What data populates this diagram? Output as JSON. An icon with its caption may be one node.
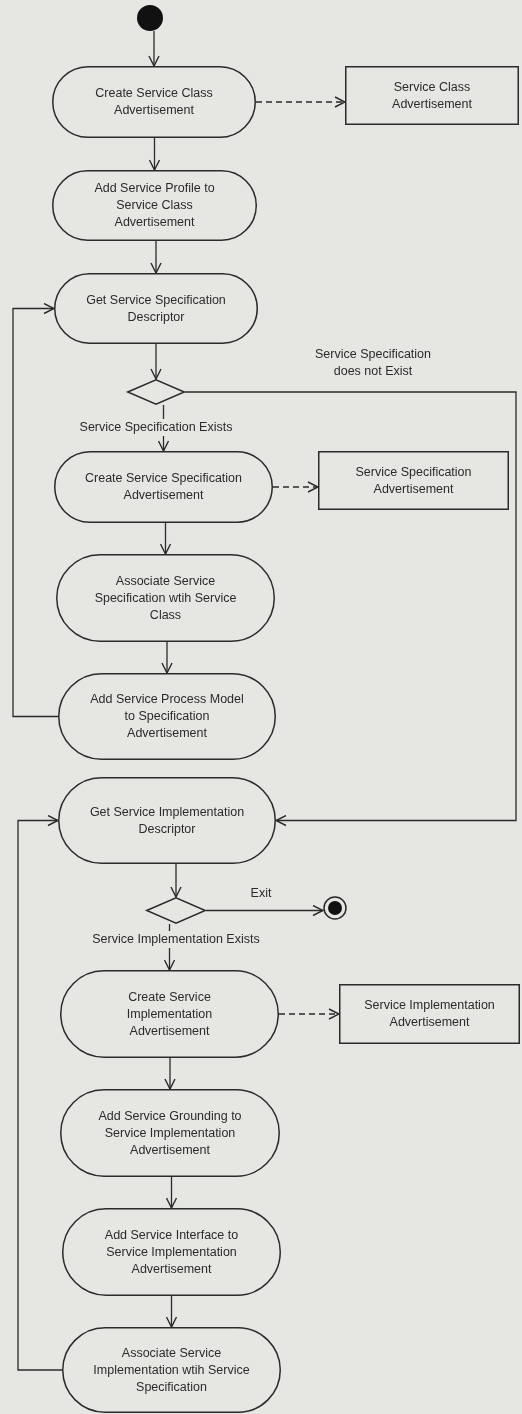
{
  "diagram": {
    "nodes": [
      {
        "text": [],
        "shape": "circle"
      },
      {
        "text": [
          "Create Service Class Advertisement"
        ]
      },
      {
        "text": [
          "Service Class Advertisement"
        ]
      },
      {
        "text": [
          "Add Service Profile to Service Class Advertisement"
        ]
      },
      {
        "text": [
          "Get Service Specification Descriptor"
        ]
      },
      {
        "text": [],
        "shape": "diamond"
      },
      {
        "text": [
          "Create Service Specification Advertisement"
        ]
      },
      {
        "text": [
          "Service Specification Advertisement"
        ]
      },
      {
        "text": [
          "Associate Service Specification wtih Service Class"
        ]
      },
      {
        "text": [
          "Add Service Process Model to Specification Advertisement"
        ]
      },
      {
        "text": [
          "Get Service Implementation Descriptor"
        ]
      },
      {
        "text": [],
        "shape": "diamond"
      },
      {
        "text": [],
        "shape": "circle"
      },
      {
        "text": [
          "Create Service Implementation Advertisement"
        ]
      },
      {
        "text": [
          "Service Implementation Advertisement"
        ]
      },
      {
        "text": [
          "Add Service Grounding to Service Implementation Advertisement"
        ]
      },
      {
        "text": [
          "Add Service Interface to Service Implementation Advertisement"
        ]
      },
      {
        "text": [
          "Associate Service Implementation wtih Service Specification"
        ]
      }
    ],
    "edges": [
      {
        "from": 0,
        "to": 1,
        "arrow": "to"
      },
      {
        "from": 1,
        "to": 2,
        "arrow": "to",
        "style": "dashed"
      },
      {
        "from": 1,
        "to": 3,
        "arrow": "to"
      },
      {
        "from": 3,
        "to": 4,
        "arrow": "to"
      },
      {
        "from": 4,
        "to": 5,
        "arrow": "to"
      },
      {
        "from": 5,
        "to": 6,
        "arrow": "to",
        "label": "Service Specification Exists"
      },
      {
        "from": 5,
        "to": 10,
        "arrow": "to",
        "label": "Service Specification does not Exist"
      },
      {
        "from": 6,
        "to": 7,
        "arrow": "to",
        "style": "dashed"
      },
      {
        "from": 6,
        "to": 8,
        "arrow": "to"
      },
      {
        "from": 8,
        "to": 9,
        "arrow": "to"
      },
      {
        "from": 9,
        "to": 4,
        "arrow": "to"
      },
      {
        "from": 10,
        "to": 11,
        "arrow": "to"
      },
      {
        "from": 11,
        "to": 12,
        "arrow": "to",
        "label": "Exit"
      },
      {
        "from": 11,
        "to": 13,
        "arrow": "to",
        "label": "Service Implementation Exists"
      },
      {
        "from": 13,
        "to": 14,
        "arrow": "to",
        "style": "dashed"
      },
      {
        "from": 13,
        "to": 15,
        "arrow": "to"
      },
      {
        "from": 15,
        "to": 16,
        "arrow": "to"
      },
      {
        "from": 16,
        "to": 17,
        "arrow": "to"
      },
      {
        "from": 17,
        "to": 10,
        "arrow": "to"
      }
    ]
  }
}
